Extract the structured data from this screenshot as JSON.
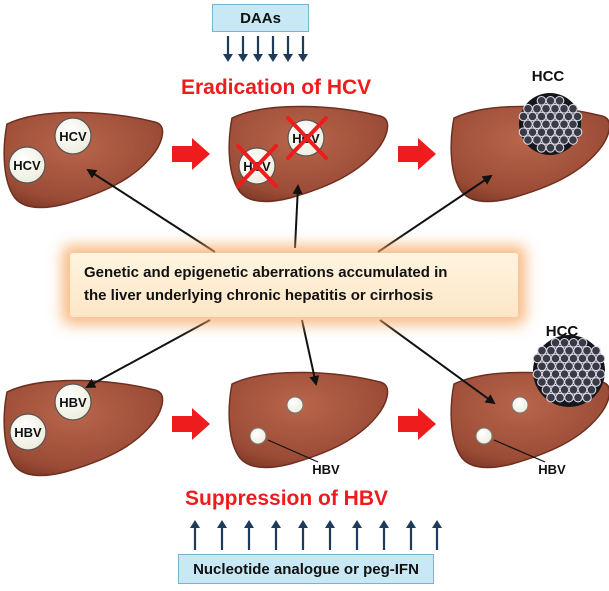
{
  "top_treatment": {
    "label": "DAAs"
  },
  "hcv_title": "Eradication of HCV",
  "hbv_title": "Suppression of HBV",
  "bottom_treatment": {
    "label": "Nucleotide analogue or peg-IFN"
  },
  "center_box": {
    "line1": "Genetic and epigenetic aberrations accumulated in",
    "line2": "the liver underlying chronic hepatitis or cirrhosis"
  },
  "virus_labels": {
    "hcv": "HCV",
    "hbv": "HBV",
    "hcc": "HCC"
  },
  "colors": {
    "liver": "#9b4c36",
    "liver_dark": "#6e2f20",
    "red_arrow": "#ee1c1c",
    "treatment_box": "#c7e8f4",
    "down_arrow": "#1f3b5a",
    "tumor": "#2a2a33"
  }
}
